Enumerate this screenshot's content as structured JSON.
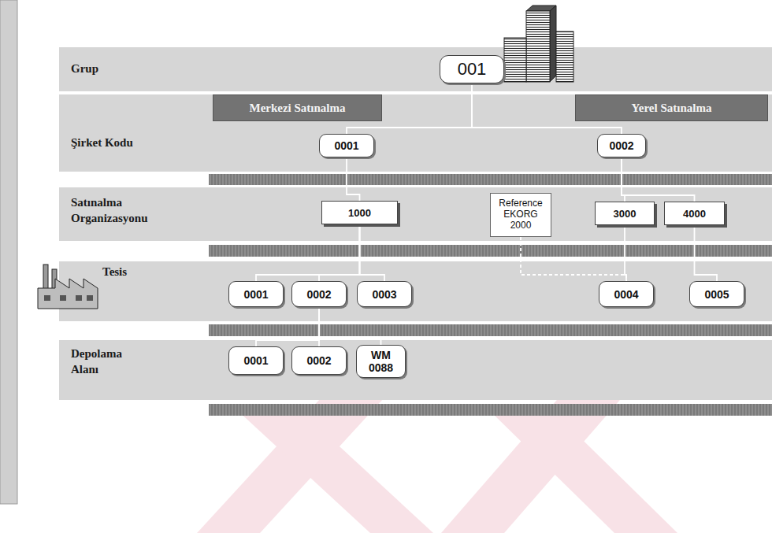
{
  "diagram": {
    "nodes": [
      {
        "text": [
          "Grup"
        ]
      },
      {
        "text": [
          "001"
        ],
        "in": 0
      },
      {
        "text": [
          "Merkezi Satınalma"
        ]
      },
      {
        "text": [
          "Yerel Satınalma"
        ]
      },
      {
        "text": [
          "Şirket Kodu"
        ]
      },
      {
        "text": [
          "0001"
        ],
        "in": 4
      },
      {
        "text": [
          "0002"
        ],
        "in": 4
      },
      {
        "text": [
          "Satınalma Organizasyonu"
        ]
      },
      {
        "text": [
          "1000"
        ],
        "in": 7
      },
      {
        "text": [
          "Reference EKORG 2000"
        ],
        "in": 7
      },
      {
        "text": [
          "3000"
        ],
        "in": 7
      },
      {
        "text": [
          "4000"
        ],
        "in": 7
      },
      {
        "text": [
          "Tesis"
        ]
      },
      {
        "text": [
          "0001"
        ],
        "in": 12
      },
      {
        "text": [
          "0002"
        ],
        "in": 12
      },
      {
        "text": [
          "0003"
        ],
        "in": 12
      },
      {
        "text": [
          "0004"
        ],
        "in": 12
      },
      {
        "text": [
          "0005"
        ],
        "in": 12
      },
      {
        "text": [
          "Depolama Alanı"
        ]
      },
      {
        "text": [
          "0001"
        ],
        "in": 18
      },
      {
        "text": [
          "0002"
        ],
        "in": 18
      },
      {
        "text": [
          "WM 0088"
        ],
        "in": 18
      }
    ],
    "edges": [
      {
        "from": 1,
        "to": 5,
        "arrow": "none"
      },
      {
        "from": 1,
        "to": 6,
        "arrow": "none"
      },
      {
        "from": 5,
        "to": 8,
        "arrow": "none"
      },
      {
        "from": 6,
        "to": 10,
        "arrow": "none"
      },
      {
        "from": 6,
        "to": 11,
        "arrow": "none"
      },
      {
        "from": 8,
        "to": 13,
        "arrow": "none"
      },
      {
        "from": 8,
        "to": 14,
        "arrow": "none"
      },
      {
        "from": 8,
        "to": 15,
        "arrow": "none"
      },
      {
        "from": 9,
        "to": 16,
        "arrow": "none"
      },
      {
        "from": 10,
        "to": 16,
        "arrow": "none"
      },
      {
        "from": 11,
        "to": 17,
        "arrow": "none"
      },
      {
        "from": 14,
        "to": 19,
        "arrow": "none"
      },
      {
        "from": 14,
        "to": 20,
        "arrow": "none"
      },
      {
        "from": 14,
        "to": 21,
        "arrow": "none"
      }
    ]
  }
}
